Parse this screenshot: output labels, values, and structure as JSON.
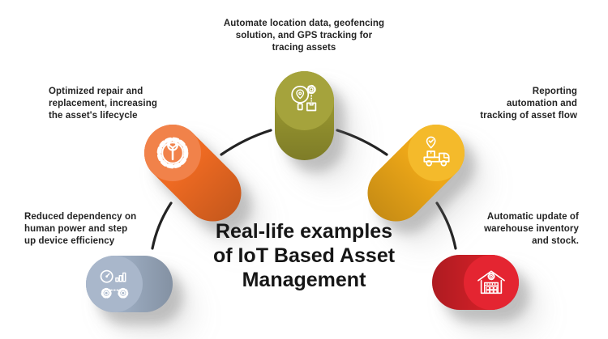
{
  "background": "#ffffff",
  "line_color": "#232323",
  "text_color": "#242424",
  "title": {
    "text": "Real-life examples\nof IoT Based Asset\nManagement"
  },
  "items": [
    {
      "id": "location-tracking",
      "label": "Automate location data, geofencing\nsolution, and GPS tracking for\ntracing assets",
      "icon": "magnifier-location-icon",
      "colors": {
        "face": "#a5a33c",
        "body": "#96942f"
      }
    },
    {
      "id": "repair-replacement",
      "label": "Optimized repair and\nreplacement, increasing\nthe asset's lifecycle",
      "icon": "gear-wrench-icon",
      "colors": {
        "face": "#f1824a",
        "body": "#ee6a22"
      }
    },
    {
      "id": "reporting-automation",
      "label": "Reporting\nautomation and\ntracking of asset flow",
      "icon": "truck-tracking-icon",
      "colors": {
        "face": "#f4ba2b",
        "body": "#eda718"
      }
    },
    {
      "id": "device-efficiency",
      "label": "Reduced dependency on\nhuman power and step\nup device efficiency",
      "icon": "gauge-gears-icon",
      "colors": {
        "face": "#a9b7cb",
        "body": "#9dadc2"
      }
    },
    {
      "id": "warehouse-inventory",
      "label": "Automatic update of\nwarehouse inventory\nand stock.",
      "icon": "warehouse-icon",
      "colors": {
        "face": "#e42531",
        "body": "#cf2027"
      }
    }
  ]
}
